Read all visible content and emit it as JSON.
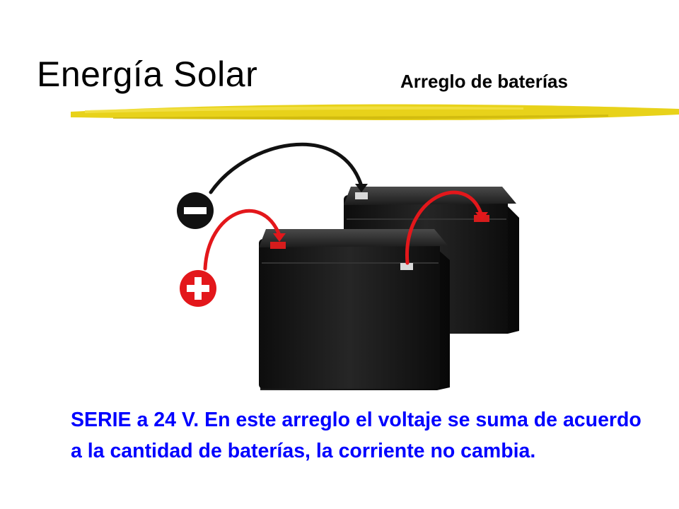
{
  "slide": {
    "title": "Energía Solar",
    "subtitle": "Arreglo de baterías",
    "body": "SERIE a 24 V.   En este arreglo el voltaje se suma de acuerdo a la cantidad de baterías, la corriente no cambia."
  },
  "colors": {
    "underline": "#e8d21a",
    "body_text": "#0000ff",
    "wire_positive": "#e3171b",
    "wire_negative": "#111111",
    "battery": "#141414"
  },
  "icons": {
    "negative_symbol": "minus-sign-icon",
    "positive_symbol": "plus-sign-icon"
  }
}
